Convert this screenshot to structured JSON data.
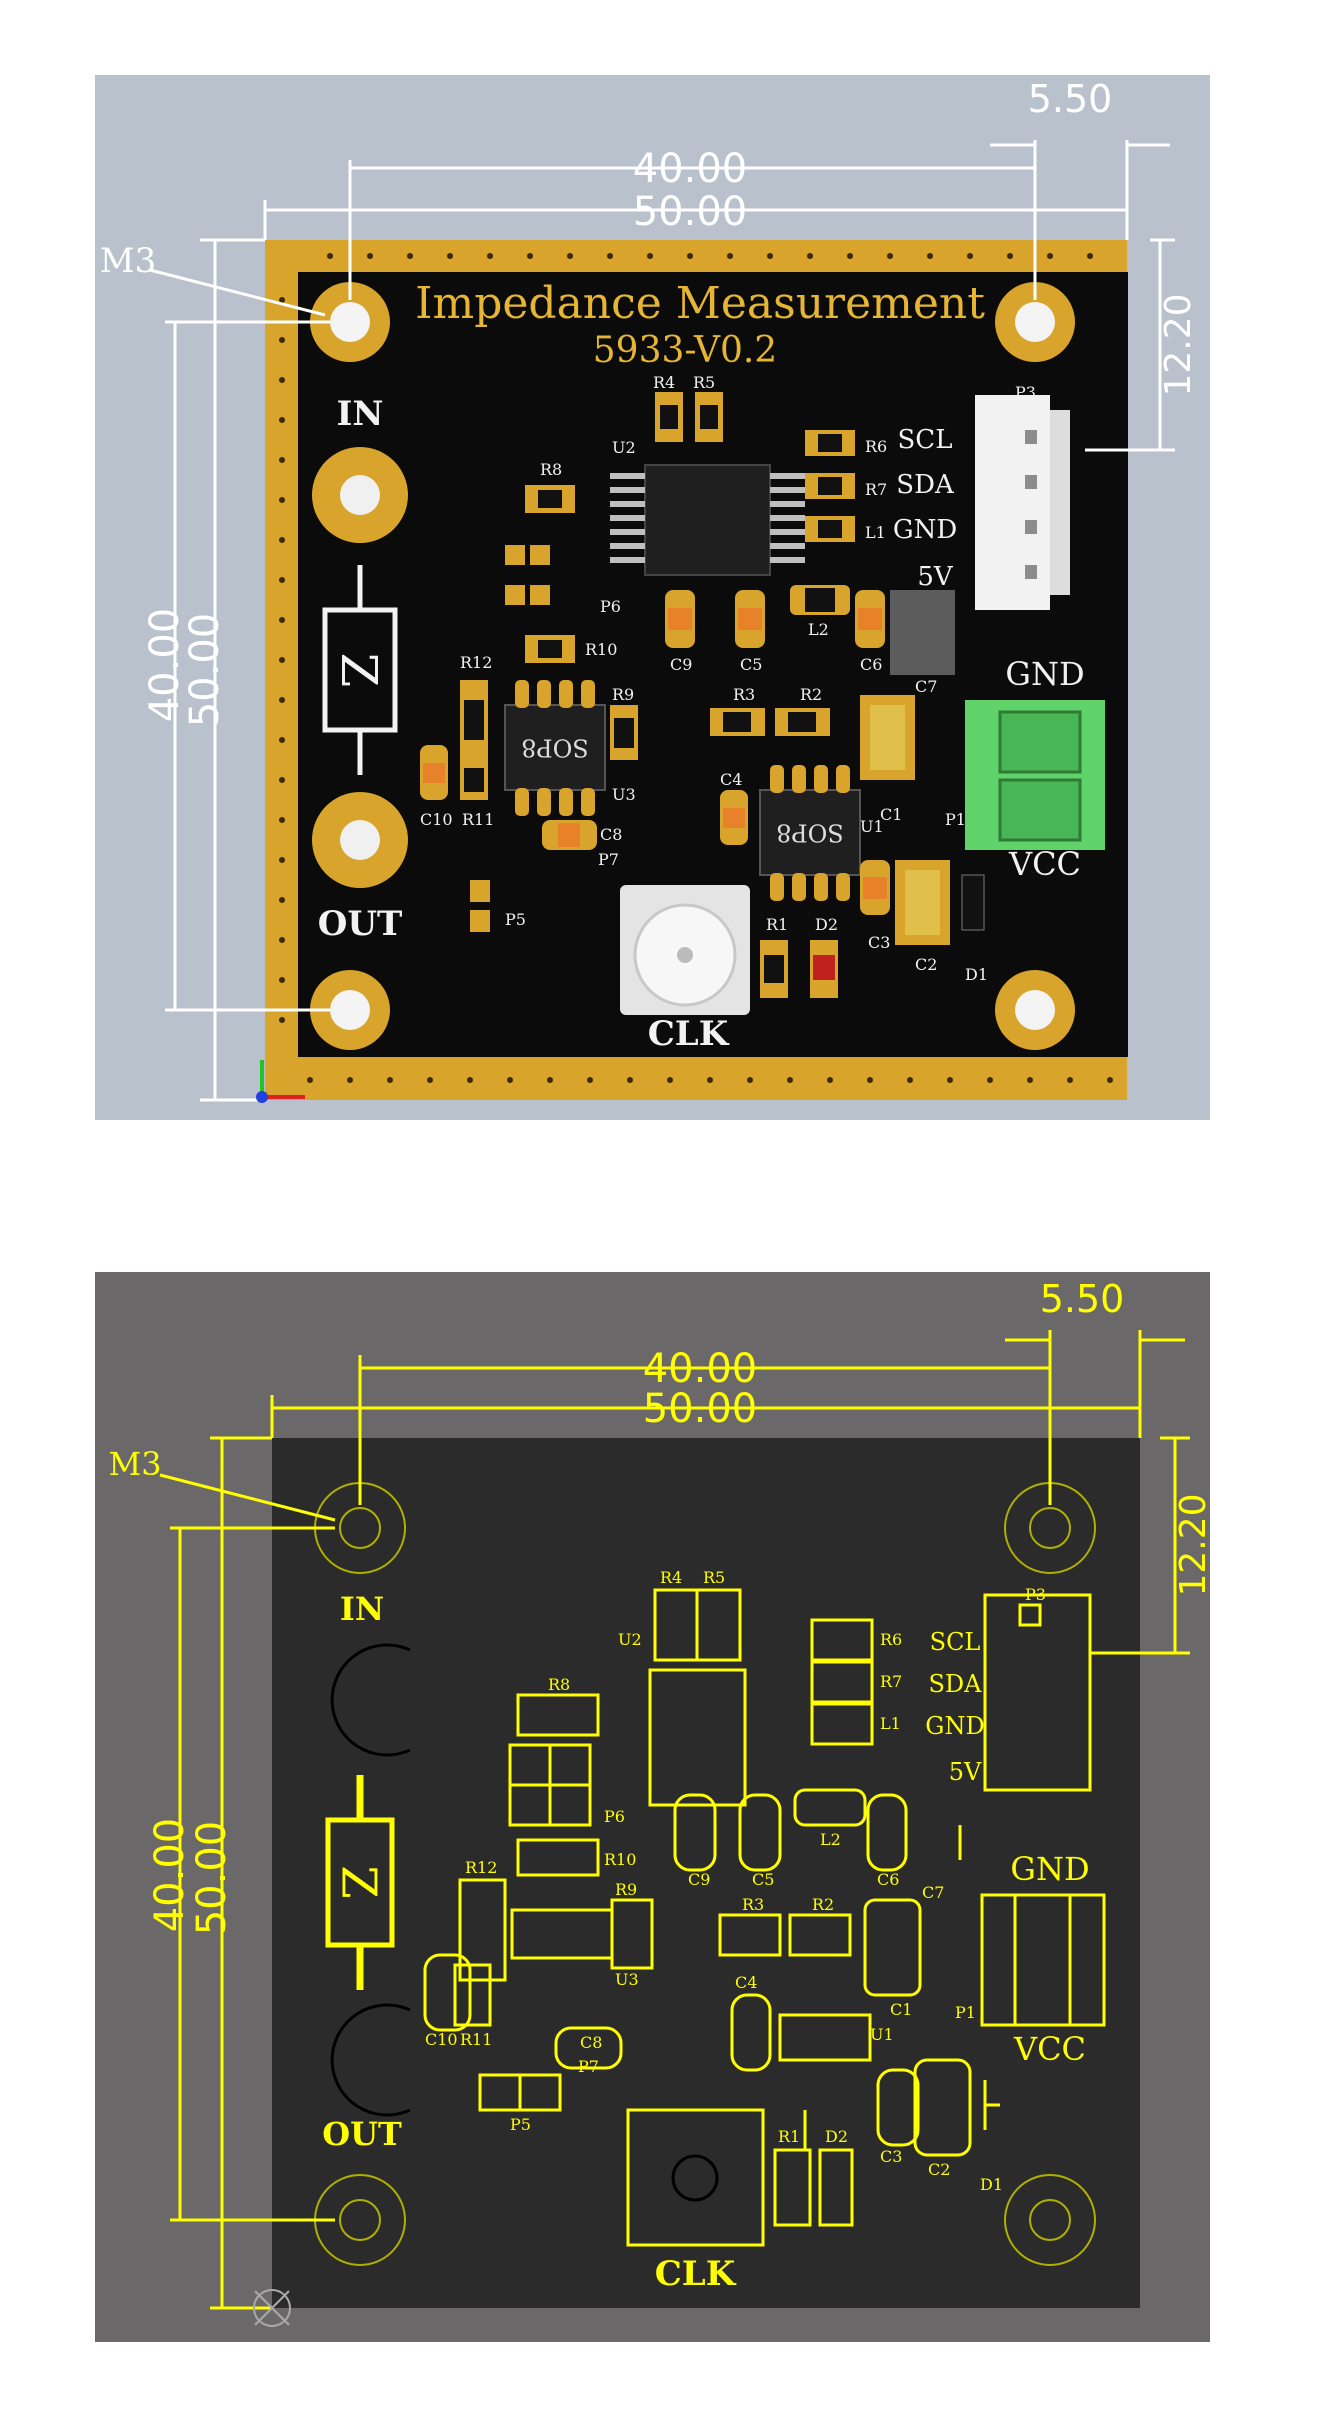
{
  "top_view": {
    "title": "Impedance Measurement",
    "version": "5933-V0.2",
    "dims": {
      "d40_h": "40.00",
      "d50_h": "50.00",
      "d5_5": "5.50",
      "d12_2": "12.20",
      "d40_v": "40.00",
      "d50_v": "50.00"
    },
    "mount_label": "M3",
    "in_label": "IN",
    "out_label": "OUT",
    "zener_label": "Z",
    "clk_label": "CLK",
    "header_pins": {
      "p1": "SCL",
      "p2": "SDA",
      "p3": "GND",
      "p4": "5V"
    },
    "terminal_top": "GND",
    "terminal_bottom": "VCC",
    "ic_marking": "SOP8",
    "refs": {
      "R4": "R4",
      "R5": "R5",
      "U2": "U2",
      "R6": "R6",
      "R7": "R7",
      "L1": "L1",
      "R8": "R8",
      "P6": "P6",
      "R10": "R10",
      "R12": "R12",
      "R9": "R9",
      "U3": "U3",
      "C10": "C10",
      "R11": "R11",
      "C8": "C8",
      "P7": "P7",
      "P5": "P5",
      "C9": "C9",
      "C5": "C5",
      "L2": "L2",
      "C6": "C6",
      "C7": "C7",
      "R3": "R3",
      "R2": "R2",
      "C4": "C4",
      "U1": "U1",
      "C1": "C1",
      "P1": "P1",
      "C3": "C3",
      "C2": "C2",
      "R1": "R1",
      "D2": "D2",
      "D1": "D1",
      "P3": "P3"
    },
    "colors": {
      "board": "#0b0b0b",
      "gold": "#d9a52a",
      "silk": "#f2f2f2",
      "bg": "#b7c0ca",
      "terminal": "#5ed16a"
    }
  },
  "bottom_view": {
    "dims": {
      "d40_h": "40.00",
      "d50_h": "50.00",
      "d5_5": "5.50",
      "d12_2": "12.20",
      "d40_v": "40.00",
      "d50_v": "50.00"
    },
    "mount_label": "M3",
    "in_label": "IN",
    "out_label": "OUT",
    "zener_label": "Z",
    "clk_label": "CLK",
    "header_pins": {
      "p1": "SCL",
      "p2": "SDA",
      "p3": "GND",
      "p4": "5V"
    },
    "terminal_top": "GND",
    "terminal_bottom": "VCC",
    "refs": {
      "R4": "R4",
      "R5": "R5",
      "U2": "U2",
      "R6": "R6",
      "R7": "R7",
      "L1": "L1",
      "R8": "R8",
      "P6": "P6",
      "R10": "R10",
      "R12": "R12",
      "R9": "R9",
      "U3": "U3",
      "C10": "C10",
      "R11": "R11",
      "C8": "C8",
      "P7": "P7",
      "P5": "P5",
      "C9": "C9",
      "C5": "C5",
      "L2": "L2",
      "C6": "C6",
      "C7": "C7",
      "R3": "R3",
      "R2": "R2",
      "C4": "C4",
      "U1": "U1",
      "C1": "C1",
      "P1": "P1",
      "C3": "C3",
      "C2": "C2",
      "R1": "R1",
      "D2": "D2",
      "D1": "D1",
      "P3": "P3"
    },
    "colors": {
      "board": "#2b2b2b",
      "outer": "#6a6868",
      "silk": "#ffff00"
    }
  }
}
